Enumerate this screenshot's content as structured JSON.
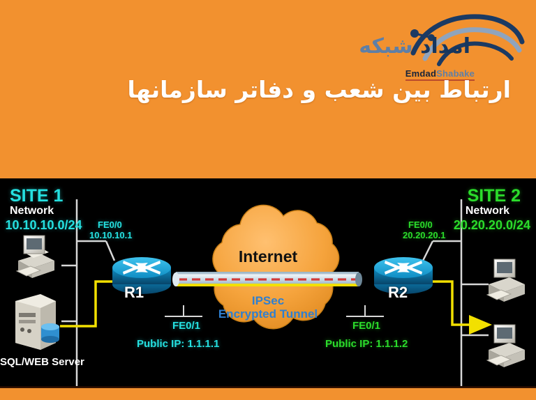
{
  "header": {
    "background_color": "#f2912f",
    "title_fa": "ارتباط بین شعب و دفاتر سازمانها",
    "logo": {
      "name_fa": "امداد",
      "name_fa_light": "شبکه",
      "latin_a": "Emdad",
      "latin_b": "Shabake",
      "icon": "network-swoosh-logo"
    }
  },
  "diagram": {
    "background_color": "#000000",
    "site1": {
      "title": "SITE 1",
      "network_label": "Network",
      "cidr": "10.10.10.0/24",
      "color": "#25e0e0",
      "router": {
        "name": "R1",
        "lan_interface": "FE0/0",
        "lan_ip": "10.10.10.1",
        "wan_interface": "FE0/1",
        "wan_ip": "Public IP: 1.1.1.1"
      },
      "devices": [
        {
          "name": "workstation-pc",
          "label": ""
        },
        {
          "name": "sql-web-server",
          "label": "SQL/WEB Server"
        }
      ]
    },
    "site2": {
      "title": "SITE 2",
      "network_label": "Network",
      "cidr": "20.20.20.0/24",
      "color": "#2bdc2b",
      "router": {
        "name": "R2",
        "lan_interface": "FE0/0",
        "lan_ip": "20.20.20.1",
        "wan_interface": "FE0/1",
        "wan_ip": "Public IP: 1.1.1.2"
      },
      "devices": [
        {
          "name": "workstation-pc-top",
          "label": ""
        },
        {
          "name": "workstation-pc-bottom",
          "label": ""
        }
      ]
    },
    "cloud": {
      "label": "Internet",
      "fill_color": "#f4a33c"
    },
    "tunnel": {
      "line1": "IPSec",
      "line2": "Encrypted Tunnel",
      "label_color": "#2f7fd0",
      "pipe_color": "#c3d4e0",
      "dash_color": "#d13b3b",
      "edge_color": "#f2e000"
    },
    "cable_color": "#f2e000"
  }
}
